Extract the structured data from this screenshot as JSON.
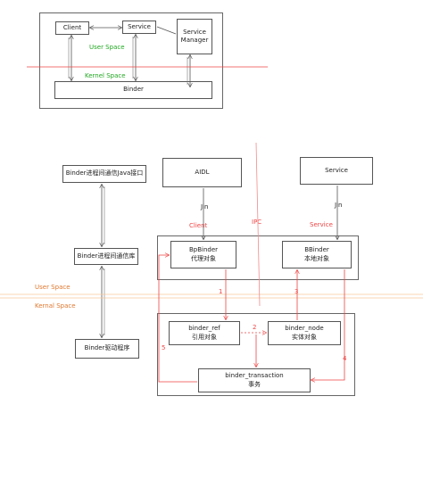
{
  "colors": {
    "line_red": "#ef4444",
    "user_space_green": "#22a722",
    "kernel_space_green": "#22a722",
    "space_orange": "#e0782e",
    "ipc_pink": "#f28b8b"
  },
  "top": {
    "client": "Client",
    "service": "Service",
    "service_manager": [
      "Service",
      "Manager"
    ],
    "user_space": "User Space",
    "kernel_space": "Kernel Space",
    "binder": "Binder"
  },
  "stack": {
    "java_api": "Binder进程间通信Java接口",
    "ipc_lib": "Binder进程间通信库",
    "driver": "Binder驱动程序"
  },
  "flow": {
    "aidl": "AIDL",
    "service": "Service",
    "jin_left": "Jin",
    "jin_right": "Jin",
    "client_label": "Client",
    "ipc_label": "IPC",
    "service_label": "Service",
    "bpbinder": [
      "BpBinder",
      "代理对象"
    ],
    "bbinder": [
      "BBinder",
      "本地对象"
    ],
    "binder_ref": [
      "binder_ref",
      "引用对象"
    ],
    "binder_node": [
      "binder_node",
      "实体对象"
    ],
    "binder_transaction": [
      "binder_transaction",
      "事务"
    ],
    "user_space": "User Space",
    "kernel_space": "Kernal Space",
    "steps": [
      "1",
      "2",
      "3",
      "4",
      "5"
    ]
  }
}
